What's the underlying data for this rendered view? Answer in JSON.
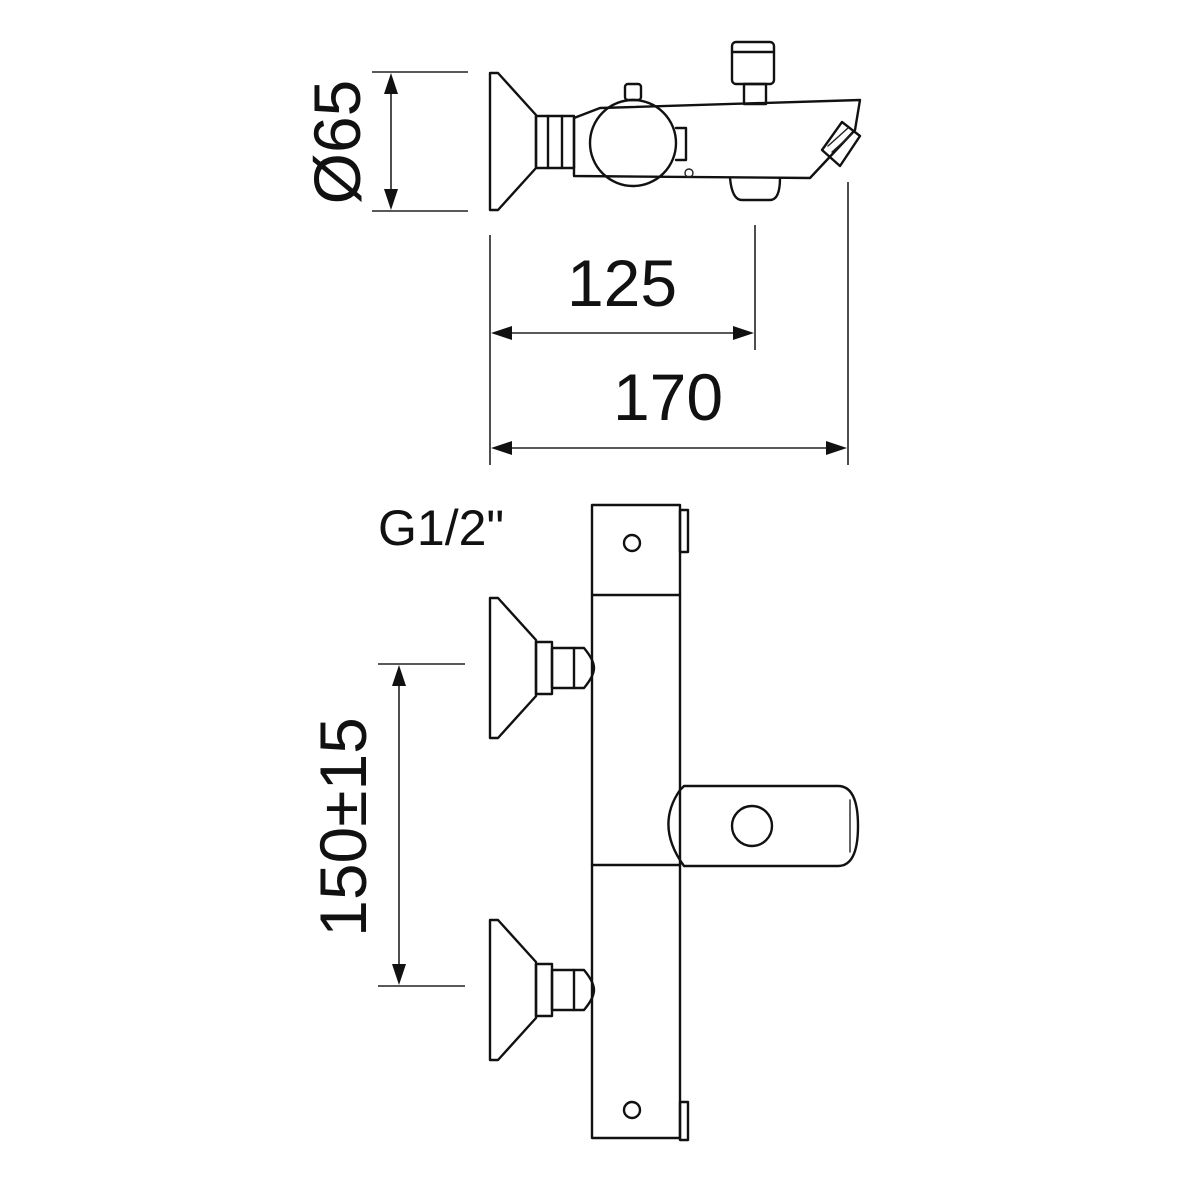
{
  "dimensions": {
    "diameter": "Ø65",
    "inner_length": "125",
    "overall_length": "170",
    "inlet_spacing": "150±15"
  },
  "thread": {
    "label": "G1/2\""
  }
}
